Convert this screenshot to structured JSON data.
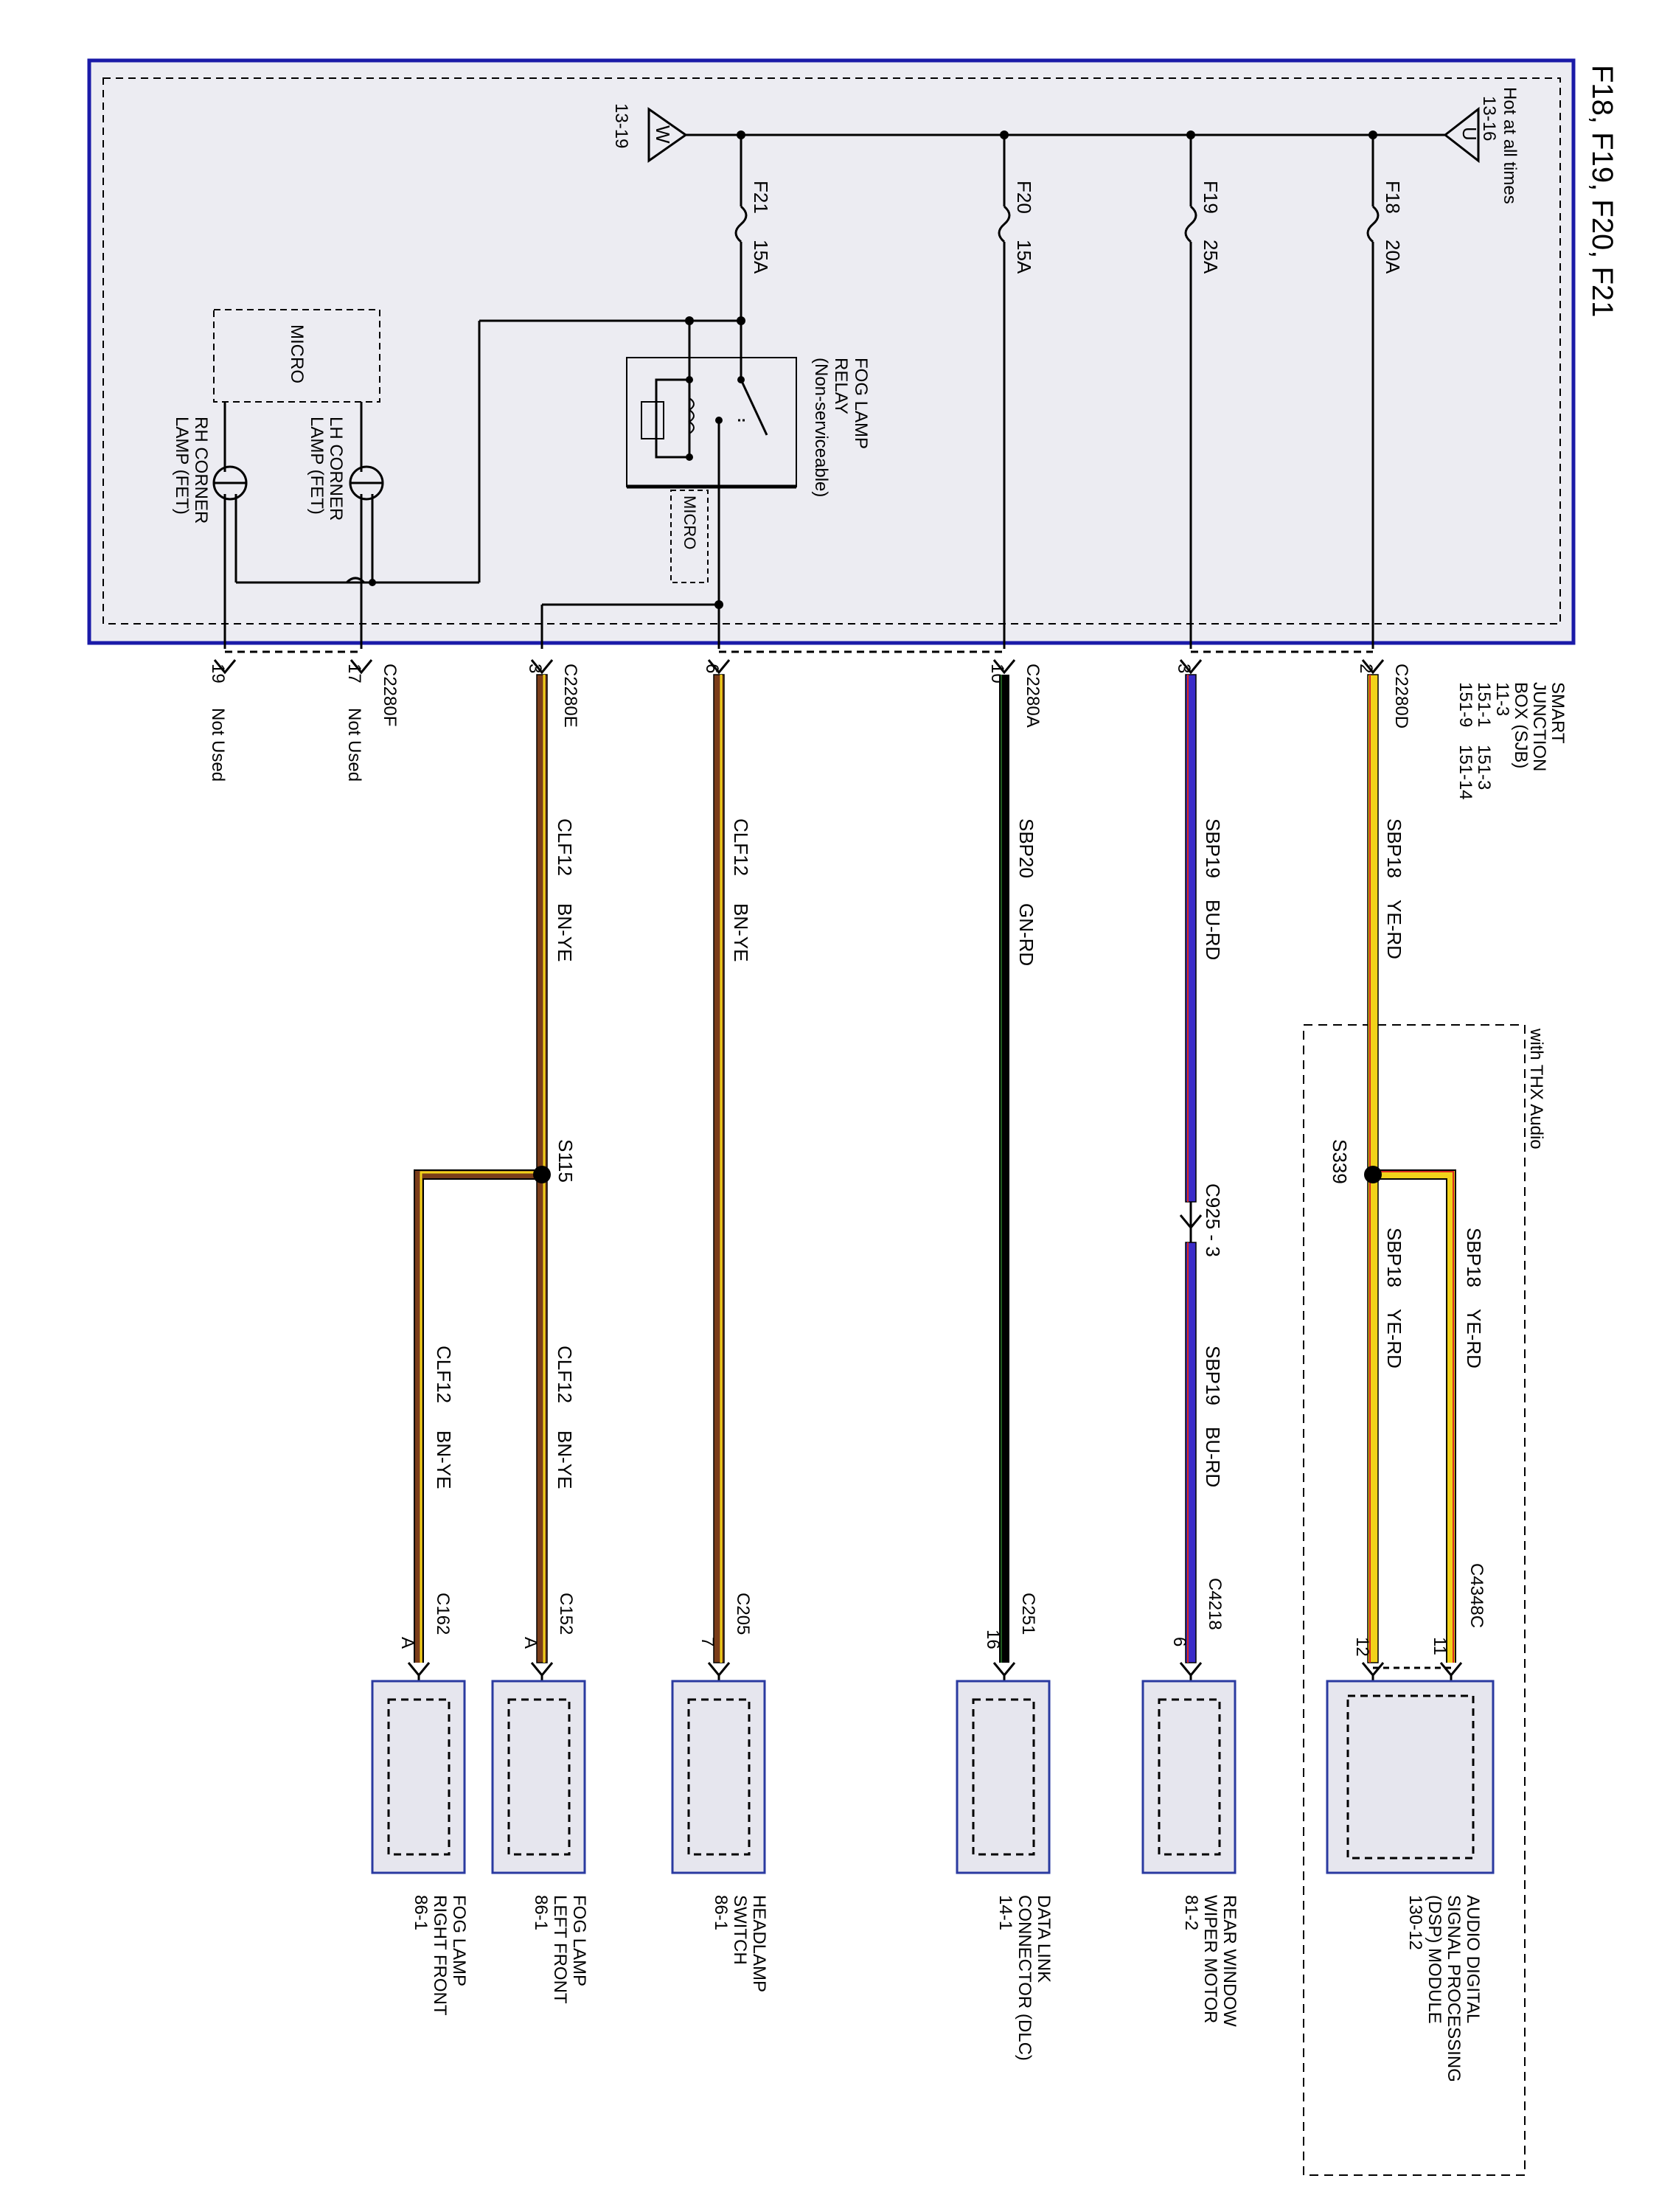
{
  "title": "F18, F19, F20, F21",
  "colors": {
    "sjb_border": "#1a1aa8",
    "sjb_fill": "#ececf2",
    "module_border": "#2a3aa0",
    "module_fill": "#e6e6ee",
    "wire_black": "#000000",
    "yellow": "#f2d21a",
    "red": "#d7281e",
    "blue": "#3b2cc9",
    "brown": "#7b3d1a",
    "green": "#1d5a1d"
  },
  "power": {
    "u_letter": "U",
    "hot_label": "Hot at all times",
    "hot_ref": "13-16",
    "w_letter": "W",
    "w_ref": "13-19"
  },
  "fuses": {
    "f18": {
      "name": "F18",
      "rating": "20A"
    },
    "f19": {
      "name": "F19",
      "rating": "25A"
    },
    "f20": {
      "name": "F20",
      "rating": "15A"
    },
    "f21": {
      "name": "F21",
      "rating": "15A"
    }
  },
  "relay": {
    "label_1": "FOG LAMP",
    "label_2": "RELAY",
    "label_3": "(Non-serviceable)",
    "micro": "MICRO"
  },
  "micro_box": {
    "label": "MICRO"
  },
  "corner_lamps": {
    "lh_1": "LH CORNER",
    "lh_2": "LAMP (FET)",
    "rh_1": "RH CORNER",
    "rh_2": "LAMP (FET)"
  },
  "sjb": {
    "name_1": "SMART",
    "name_2": "JUNCTION",
    "name_3": "BOX (SJB)",
    "ref_1": "11-3",
    "ref_2a": "151-1",
    "ref_2b": "151-3",
    "ref_3a": "151-9",
    "ref_3b": "151-14"
  },
  "connectors": {
    "c2280d": {
      "name": "C2280D",
      "pin": "2"
    },
    "c2280d_f19_pin": "3",
    "c2280a": {
      "name": "C2280A",
      "pin": "10"
    },
    "c2280a_pin6": "6",
    "c2280e": {
      "name": "C2280E",
      "pin": "3"
    },
    "c2280f": {
      "name": "C2280F",
      "pin17": "17",
      "pin19": "19",
      "not_used_1": "Not Used",
      "not_used_2": "Not Used"
    },
    "c925": "C925 - 3",
    "c4348c": {
      "name": "C4348C",
      "pin11": "11",
      "pin12": "12"
    },
    "c4218": {
      "name": "C4218",
      "pin": "6"
    },
    "c251": {
      "name": "C251",
      "pin": "16"
    },
    "c205": {
      "name": "C205",
      "pin": "7"
    },
    "c152": {
      "name": "C152",
      "pin": "A"
    },
    "c162": {
      "name": "C162",
      "pin": "A"
    }
  },
  "splices": {
    "s339": "S339",
    "s115": "S115"
  },
  "option_box": {
    "label": "with THX Audio"
  },
  "wires": {
    "sbp18_circuit": "SBP18",
    "sbp18_color": "YE-RD",
    "sbp19_circuit": "SBP19",
    "sbp19_color": "BU-RD",
    "sbp20_circuit": "SBP20",
    "sbp20_color": "GN-RD",
    "clf12_circuit": "CLF12",
    "clf12_color": "BN-YE"
  },
  "modules": {
    "dsp": {
      "line1": "AUDIO DIGITAL",
      "line2": "SIGNAL PROCESSING",
      "line3": "(DSP) MODULE",
      "ref": "130-12"
    },
    "wiper": {
      "line1": "REAR WINDOW",
      "line2": "WIPER MOTOR",
      "ref": "81-2"
    },
    "dlc": {
      "line1": "DATA LINK",
      "line2": "CONNECTOR (DLC)",
      "ref": "14-1"
    },
    "headlamp": {
      "line1": "HEADLAMP",
      "line2": "SWITCH",
      "ref": "86-1"
    },
    "foglf": {
      "line1": "FOG LAMP",
      "line2": "LEFT FRONT",
      "ref": "86-1"
    },
    "fogrf": {
      "line1": "FOG LAMP",
      "line2": "RIGHT FRONT",
      "ref": "86-1"
    }
  }
}
